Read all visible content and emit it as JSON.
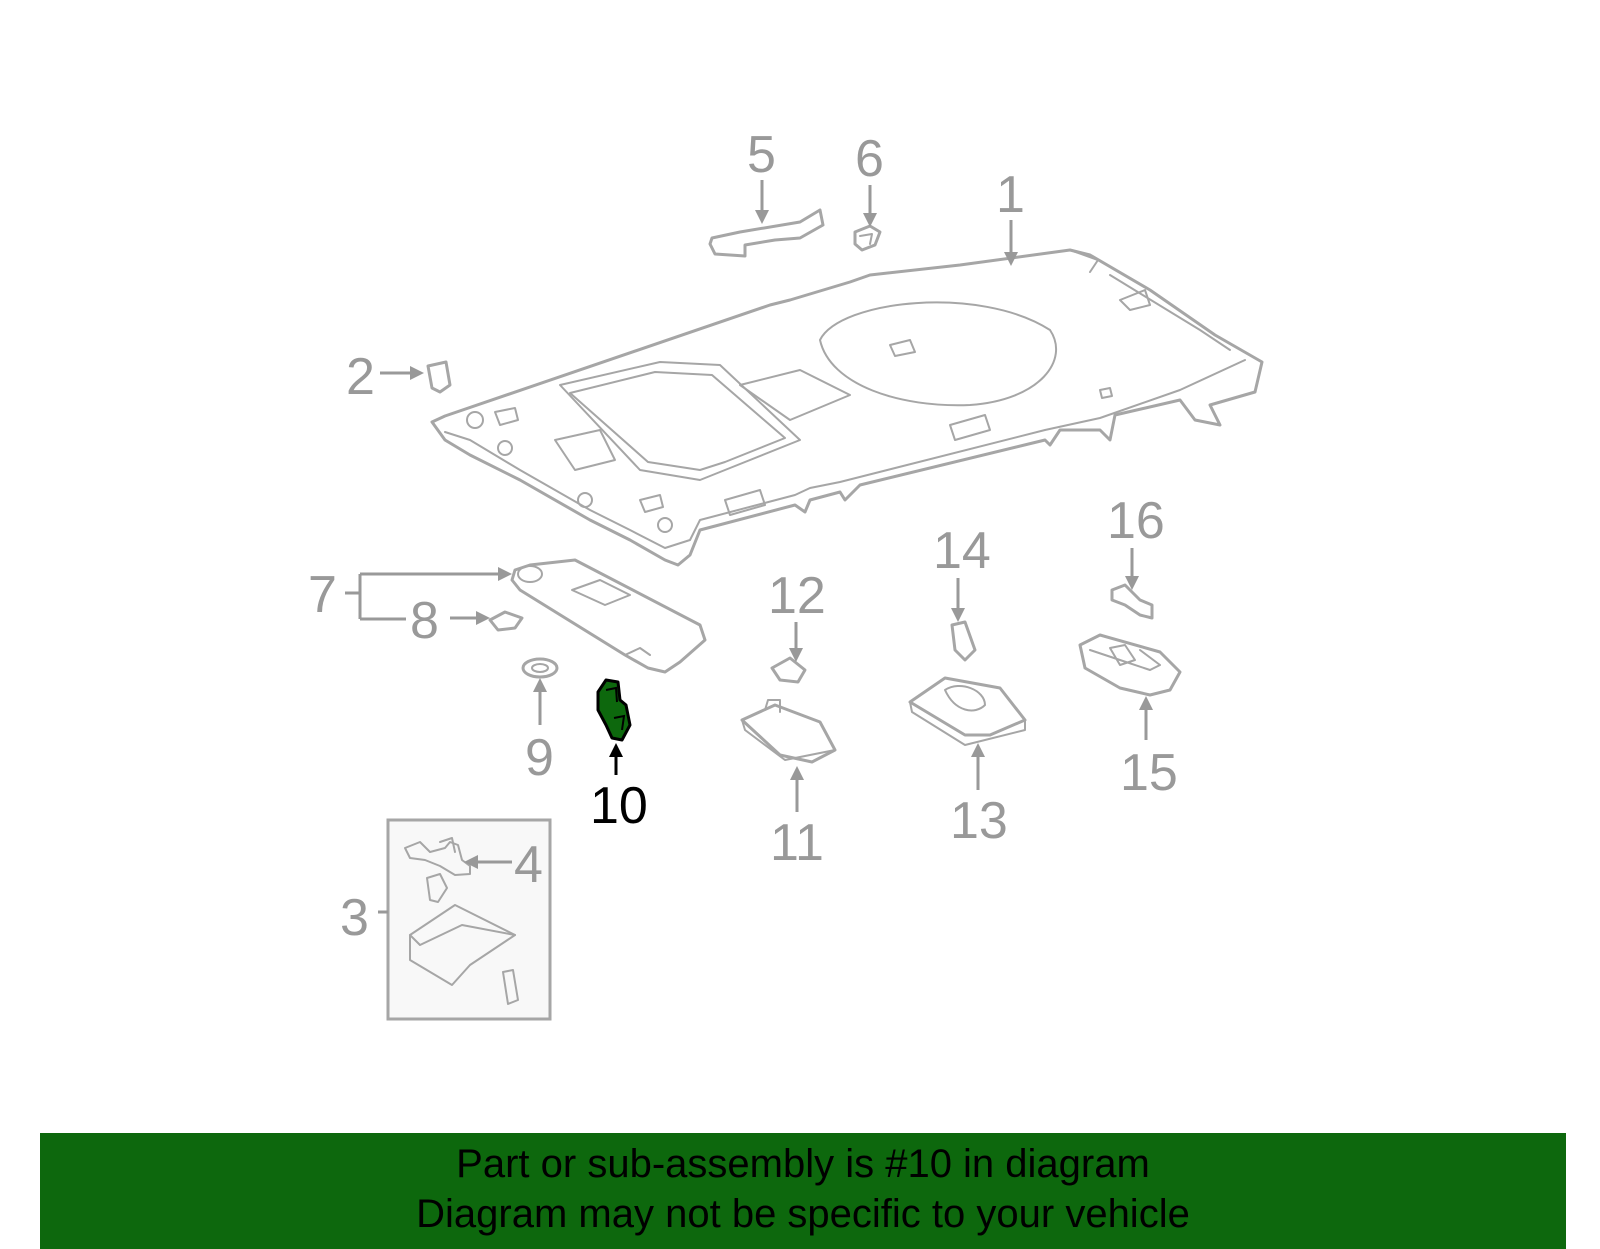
{
  "callouts": [
    "1",
    "2",
    "3",
    "4",
    "5",
    "6",
    "7",
    "8",
    "9",
    "10",
    "11",
    "12",
    "13",
    "14",
    "15",
    "16"
  ],
  "highlighted_part": "10",
  "colors": {
    "highlight_fill": "#0d680d",
    "banner_bg": "#0d680d",
    "part_stroke": "#a6a6a6",
    "callout_gray": "#999999"
  },
  "banner": {
    "line1": "Part or sub-assembly is #10 in diagram",
    "line2": "Diagram may not be specific to your vehicle"
  }
}
